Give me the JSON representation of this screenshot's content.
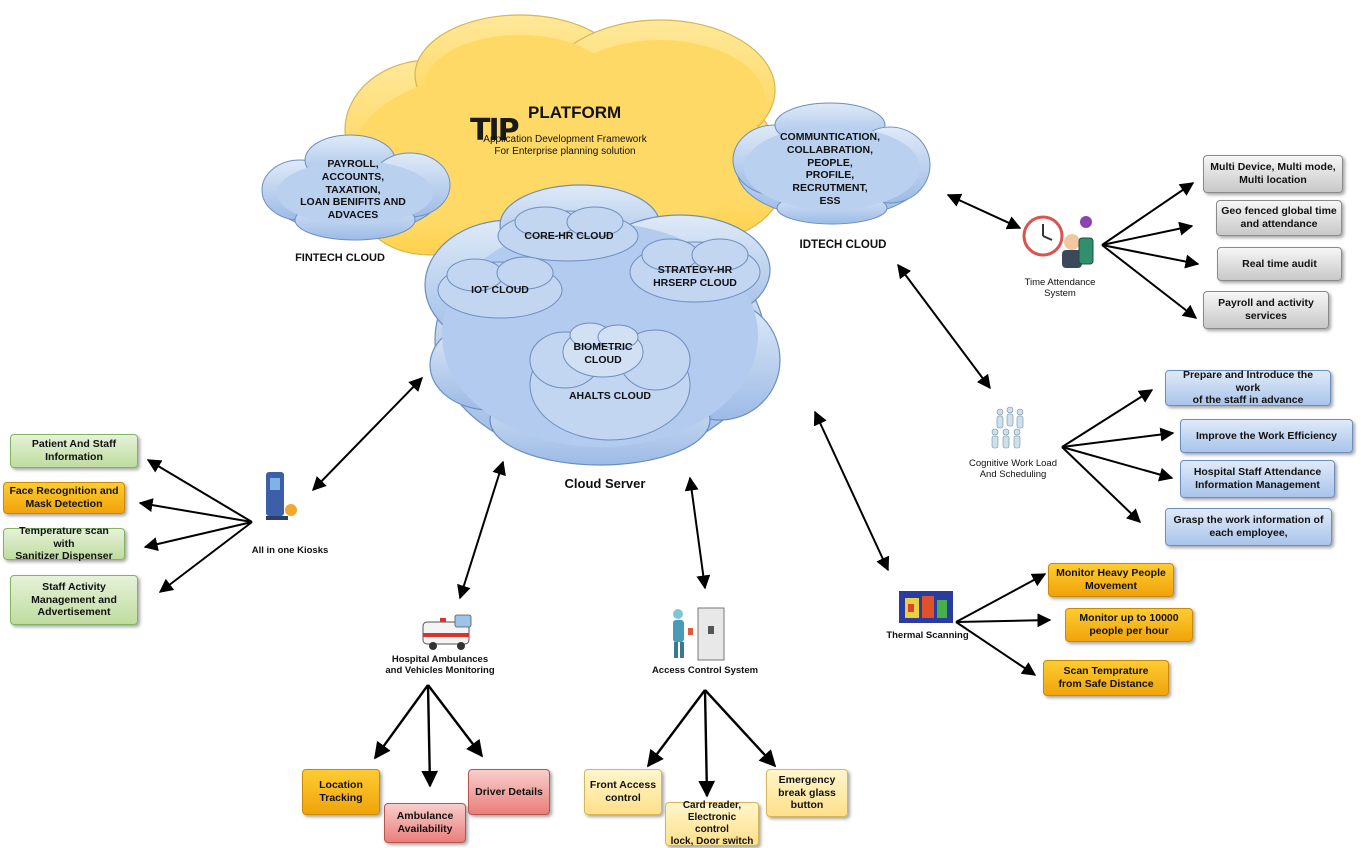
{
  "platform": {
    "logo_text": "TIP",
    "name": "PLATFORM",
    "subtitle": "Application Development Framework\nFor Enterprise planning solution"
  },
  "clouds": {
    "fintech_text": "PAYROLL,\nACCOUNTS,\nTAXATION,\nLOAN BENIFITS AND\nADVACES",
    "fintech_label": "FINTECH CLOUD",
    "idtech_text": "COMMUNTICATION,\nCOLLABRATION,\nPEOPLE,\nPROFILE,\nRECRUTMENT,\nESS",
    "idtech_label": "IDTECH CLOUD",
    "core_hr": "CORE-HR CLOUD",
    "iot": "IOT CLOUD",
    "strategy_hr": "STRATEGY-HR\nHRSERP CLOUD",
    "biometric": "BIOMETRIC\nCLOUD",
    "ahalts": "AHALTS CLOUD",
    "server_label": "Cloud Server"
  },
  "nodes": {
    "kiosk": "All in one Kiosks",
    "ambulance": "Hospital Ambulances\nand Vehicles Monitoring",
    "access": "Access Control System",
    "thermal": "Thermal Scanning",
    "cognitive": "Cognitive Work Load\nAnd Scheduling",
    "time": "Time Attendance\nSystem"
  },
  "kiosk_items": [
    "Patient And Staff\nInformation",
    "Face Recognition and\nMask Detection",
    "Temperature scan with\nSanitizer Dispenser",
    "Staff Activity\nManagement and\nAdvertisement"
  ],
  "ambulance_items": [
    "Location\nTracking",
    "Ambulance\nAvailability",
    "Driver Details"
  ],
  "access_items": [
    "Front Access\ncontrol",
    "Card reader,\nElectronic control\nlock, Door switch",
    "Emergency\nbreak glass\nbutton"
  ],
  "thermal_items": [
    "Monitor Heavy People\nMovement",
    "Monitor up to 10000\npeople per hour",
    "Scan Temprature\nfrom Safe Distance"
  ],
  "cognitive_items": [
    "Prepare and Introduce the work\nof the staff in advance",
    "Improve the Work Efficiency",
    "Hospital Staff Attendance\nInformation Management",
    "Grasp the work information of\neach employee,"
  ],
  "time_items": [
    "Multi Device, Multi mode,\nMulti location",
    "Geo fenced global time\nand attendance",
    "Real time audit",
    "Payroll and activity\nservices"
  ],
  "colors": {
    "platform_cloud": "#ffd966",
    "blue_cloud": "#a9c4eb",
    "green_box": "#d5e8d4",
    "orange_box": "#f0a30a",
    "blue_box": "#dae8fc",
    "gray_box": "#e0e0e0",
    "yellow_box": "#fff2cc",
    "red_box": "#f8cecc"
  },
  "icons": [
    "kiosk-icon",
    "ambulance-icon",
    "door-access-icon",
    "thermal-camera-icon",
    "medical-staff-icon",
    "clock-attendance-icon"
  ]
}
